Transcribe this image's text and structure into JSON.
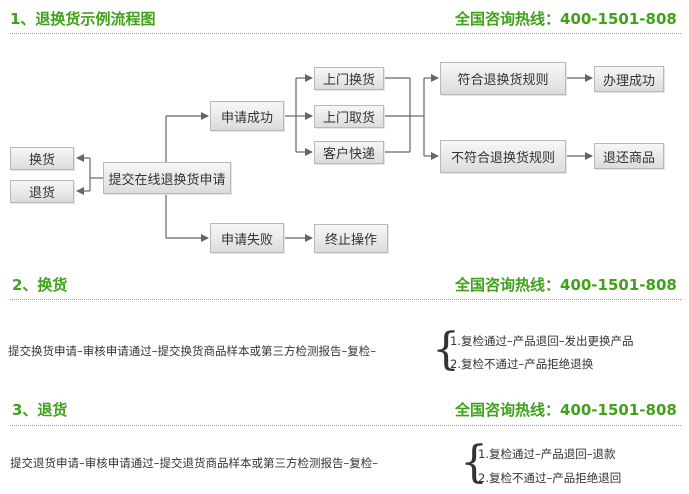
{
  "hotline": "全国咨询热线：400-1501-808",
  "section1": {
    "title": "1、退换货示例流程图",
    "nodes": {
      "exchange": "换货",
      "return": "退货",
      "submit": "提交在线退换货申请",
      "success": "申请成功",
      "fail": "申请失败",
      "pickup_replace": "上门换货",
      "pickup_take": "上门取货",
      "express": "客户快递",
      "conform": "符合退换货规则",
      "nonconform": "不符合退换货规则",
      "done": "办理成功",
      "return_goods": "退还商品",
      "terminate": "终止操作"
    }
  },
  "section2": {
    "title": "2、换货",
    "process": "提交换货申请–审核申请通过–提交换货商品样本或第三方检测报告–复检–",
    "outcomes": [
      "1.复检通过–产品退回–发出更换产品",
      "2.复检不通过–产品拒绝退换"
    ]
  },
  "section3": {
    "title": "3、退货",
    "process": "提交退货申请–审核申请通过–提交退货商品样本或第三方检测报告–复检–",
    "outcomes": [
      "1.复检通过–产品退回–退款",
      "2.复检不通过–产品拒绝退回"
    ]
  }
}
